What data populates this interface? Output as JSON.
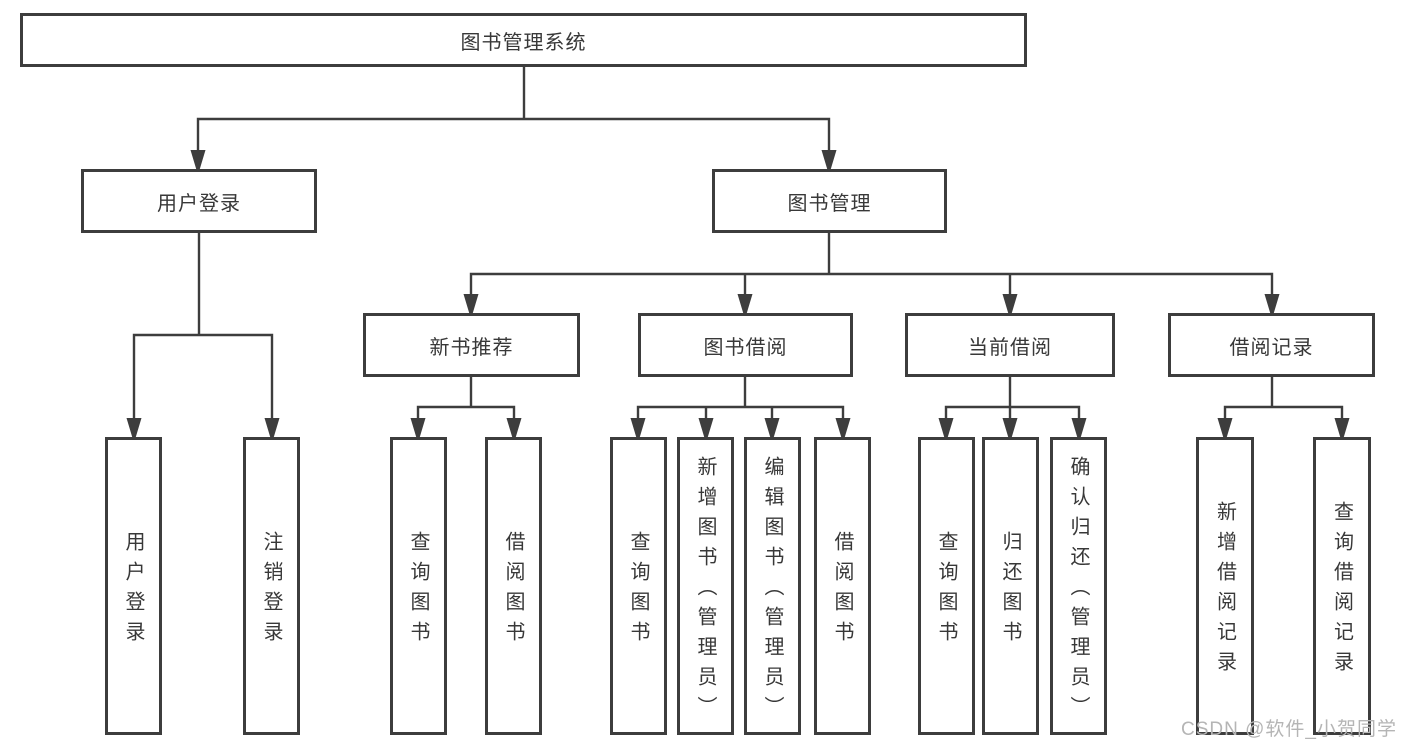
{
  "colors": {
    "line": "#3d3d3d",
    "text": "#383838",
    "box_background": "#ffffff",
    "watermark": "#b5b5b5",
    "page_background": "#ffffff"
  },
  "tree": {
    "root": {
      "label": "图书管理系统"
    },
    "branches": [
      {
        "label": "用户登录",
        "children": [
          {
            "label": "用户登录"
          },
          {
            "label": "注销登录"
          }
        ]
      },
      {
        "label": "图书管理",
        "children": [
          {
            "label": "新书推荐",
            "children": [
              {
                "label": "查询图书"
              },
              {
                "label": "借阅图书"
              }
            ]
          },
          {
            "label": "图书借阅",
            "children": [
              {
                "label": "查询图书"
              },
              {
                "label": "新增图书（管理员）"
              },
              {
                "label": "编辑图书（管理员）"
              },
              {
                "label": "借阅图书"
              }
            ]
          },
          {
            "label": "当前借阅",
            "children": [
              {
                "label": "查询图书"
              },
              {
                "label": "归还图书"
              },
              {
                "label": "确认归还（管理员）"
              }
            ]
          },
          {
            "label": "借阅记录",
            "children": [
              {
                "label": "新增借阅记录"
              },
              {
                "label": "查询借阅记录"
              }
            ]
          }
        ]
      }
    ]
  },
  "watermark": {
    "text": "CSDN @软件_小贺同学"
  }
}
